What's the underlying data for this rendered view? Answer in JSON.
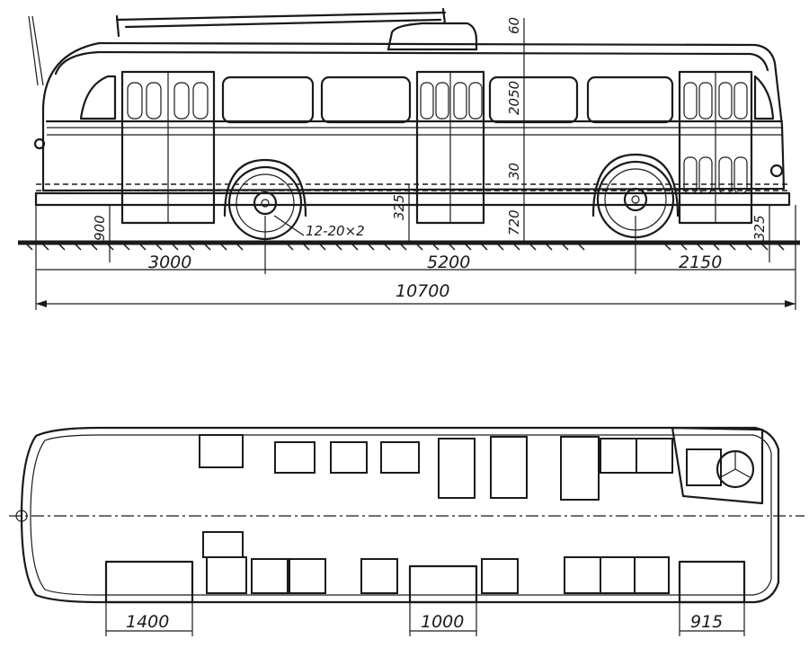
{
  "side_view": {
    "dim_wheelbase_front": "3000",
    "dim_wheelbase": "5200",
    "dim_rear_overhang": "2150",
    "dim_total_length": "10700",
    "dim_front_height": "900",
    "dim_floor_height": "325",
    "dim_rear_floor": "325",
    "dim_roof_top": "60",
    "dim_window_height": "2050",
    "dim_mid": "30",
    "dim_step": "720",
    "tire_size": "12-20×2"
  },
  "plan_view": {
    "dim_front_door": "1400",
    "dim_middle_door": "1000",
    "dim_rear_door": "915"
  }
}
